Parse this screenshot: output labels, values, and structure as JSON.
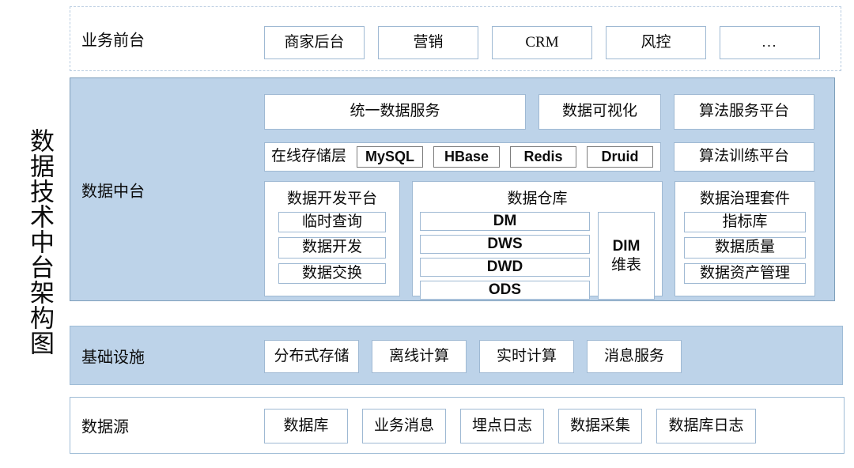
{
  "title": "数据技术中台架构图",
  "layers": {
    "business_front": {
      "label": "业务前台",
      "items": [
        {
          "label": "商家后台"
        },
        {
          "label": "营销"
        },
        {
          "label": "CRM"
        },
        {
          "label": "风控"
        },
        {
          "label": "..."
        }
      ]
    },
    "data_middle": {
      "label": "数据中台",
      "service_row": {
        "unified_data_service": "统一数据服务",
        "data_visualization": "数据可视化",
        "algo_service_platform": "算法服务平台"
      },
      "storage_row": {
        "online_storage_label": "在线存储层",
        "stores": [
          "MySQL",
          "HBase",
          "Redis",
          "Druid"
        ],
        "algo_training_platform": "算法训练平台"
      },
      "panels": {
        "dev_platform": {
          "title": "数据开发平台",
          "items": [
            "临时查询",
            "数据开发",
            "数据交换"
          ]
        },
        "warehouse": {
          "title": "数据仓库",
          "layers": [
            "DM",
            "DWS",
            "DWD",
            "ODS"
          ],
          "dim": {
            "code": "DIM",
            "name": "维表"
          }
        },
        "governance": {
          "title": "数据治理套件",
          "items": [
            "指标库",
            "数据质量",
            "数据资产管理"
          ]
        }
      }
    },
    "infrastructure": {
      "label": "基础设施",
      "items": [
        {
          "label": "分布式存储"
        },
        {
          "label": "离线计算"
        },
        {
          "label": "实时计算"
        },
        {
          "label": "消息服务"
        }
      ]
    },
    "data_source": {
      "label": "数据源",
      "items": [
        {
          "label": "数据库"
        },
        {
          "label": "业务消息"
        },
        {
          "label": "埋点日志"
        },
        {
          "label": "数据采集"
        },
        {
          "label": "数据库日志"
        }
      ]
    }
  },
  "colors": {
    "band_blue_fill": "#bdd3e9",
    "band_blue_border": "#7e9fbb",
    "node_border": "#9fb9d3",
    "chip_border": "#7d7d7d",
    "dashed_border": "#b7cbe0",
    "background": "#ffffff",
    "text": "#0b0b0b"
  }
}
